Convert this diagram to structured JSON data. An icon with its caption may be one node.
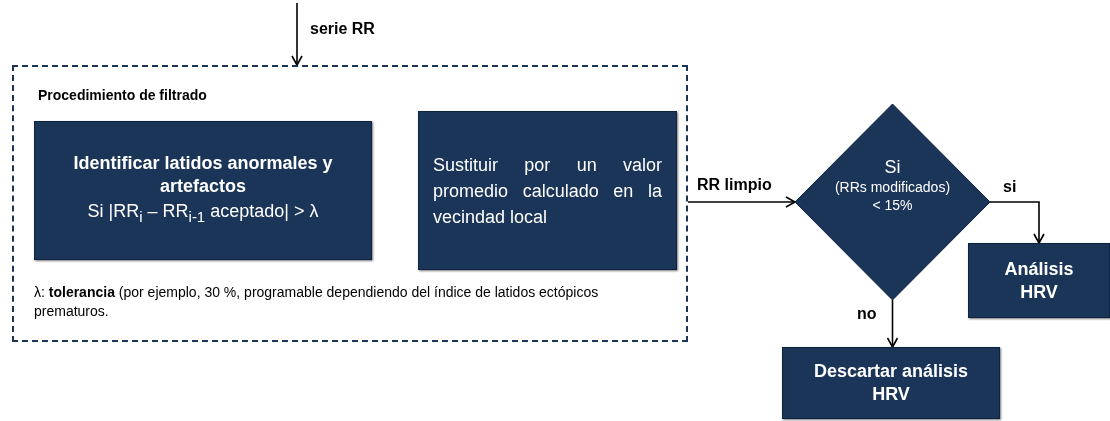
{
  "diagram": {
    "nodes": [
      {
        "text": [
          "Procedimiento de filtrado",
          "λ: **tolerancia** (por ejemplo, 30 %, programable dependiendo del índice de latidos ectópicos prematuros."
        ]
      },
      {
        "text": [
          "Identificar latidos anormales y artefactos",
          "Si |RR$_{i}$ – RR$_{i-1}$ aceptado| > λ"
        ],
        "in": 0
      },
      {
        "text": [
          "Sustituir por un valor promedio calculado en la vecindad local"
        ],
        "in": 0
      },
      {
        "text": [
          "Si",
          "(RRs modificados) < 15%"
        ]
      },
      {
        "text": [
          "Análisis HRV"
        ]
      },
      {
        "text": [
          "Descartar análisis HRV"
        ]
      }
    ],
    "edges": [
      {
        "from": null,
        "to": 0,
        "arrow": "to",
        "label": "serie RR"
      },
      {
        "from": 0,
        "to": 3,
        "arrow": "to",
        "label": "RR limpio"
      },
      {
        "from": 3,
        "to": 4,
        "arrow": "to",
        "label": "si"
      },
      {
        "from": 3,
        "to": 5,
        "arrow": "to",
        "label": "no"
      }
    ]
  }
}
